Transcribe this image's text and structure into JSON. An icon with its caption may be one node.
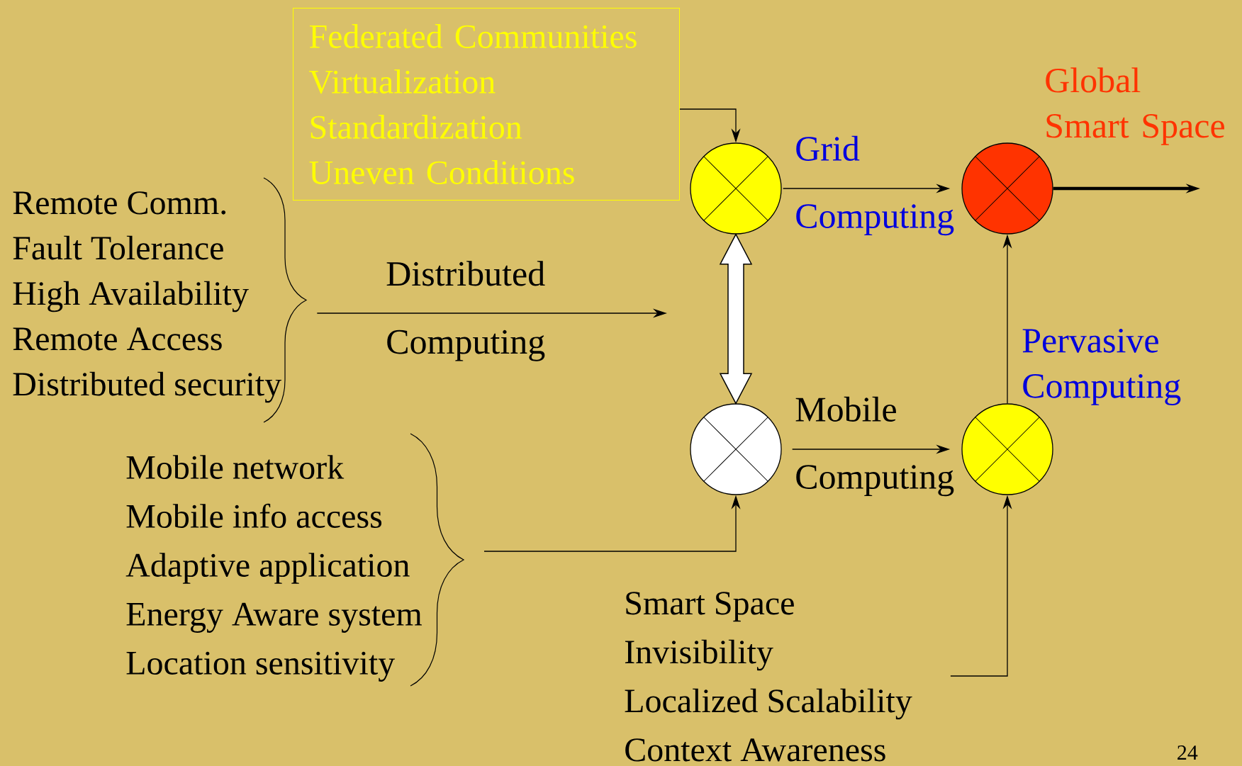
{
  "diagram": {
    "nodes": [
      {
        "text": [
          "Federated Communities",
          "Virtualization",
          "Standardization",
          "Uneven Conditions"
        ]
      },
      {
        "text": [],
        "shape": "circle"
      },
      {
        "text": [],
        "shape": "circle"
      },
      {
        "text": [],
        "shape": "circle"
      },
      {
        "text": [],
        "shape": "circle"
      },
      {
        "text": [
          "Remote Comm.",
          "Fault Tolerance",
          "High Availability",
          "Remote Access",
          "Distributed security"
        ]
      },
      {
        "text": [
          "Mobile network",
          "Mobile info access",
          "Adaptive application",
          "Energy Aware system",
          "Location sensitivity"
        ]
      },
      {
        "text": [
          "Smart Space",
          "Invisibility",
          "Localized Scalability",
          "Context Awareness"
        ]
      }
    ],
    "edges": [
      {
        "from": 0,
        "to": 1,
        "arrow": "to"
      },
      {
        "from": 1,
        "to": 2,
        "arrow": "to",
        "label": "Grid Computing"
      },
      {
        "from": 2,
        "to": null,
        "arrow": "to",
        "label": "Global Smart Space",
        "style": "thick"
      },
      {
        "from": 5,
        "to": null,
        "arrow": "to",
        "label": "Distributed Computing"
      },
      {
        "from": 1,
        "to": 3,
        "arrow": "both",
        "style": "thick",
        "color": "#ffffff"
      },
      {
        "from": 3,
        "to": 4,
        "arrow": "to",
        "label": "Mobile Computing"
      },
      {
        "from": 4,
        "to": 2,
        "arrow": "to",
        "label": "Pervasive Computing"
      },
      {
        "from": 6,
        "to": 3,
        "arrow": "to"
      },
      {
        "from": 7,
        "to": 4,
        "arrow": "to"
      }
    ],
    "labels": [
      "24"
    ]
  }
}
